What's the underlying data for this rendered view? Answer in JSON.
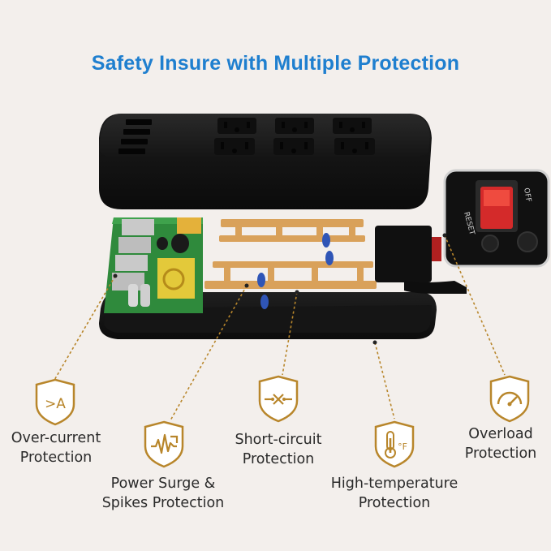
{
  "title": "Safety Insure with Multiple Protection",
  "switch_labels": {
    "reset": "RESET",
    "off": "OFF"
  },
  "colors": {
    "title": "#1f7fcf",
    "badge_stroke": "#b8862b",
    "pcb_green": "#2f8a3c",
    "copper": "#d9a15a",
    "leader_line": "#b8862b"
  },
  "features": [
    {
      "id": "over-current",
      "icon": "over-current-icon",
      "icon_text": ">A",
      "lines": [
        "Over-current",
        "Protection"
      ]
    },
    {
      "id": "power-surge",
      "icon": "surge-wave-icon",
      "lines": [
        "Power Surge &",
        "Spikes Protection"
      ]
    },
    {
      "id": "short-circuit",
      "icon": "short-circuit-icon",
      "lines": [
        "Short-circuit",
        "Protection"
      ]
    },
    {
      "id": "high-temperature",
      "icon": "thermometer-icon",
      "icon_text": "°F",
      "lines": [
        "High-temperature",
        "Protection"
      ]
    },
    {
      "id": "overload",
      "icon": "gauge-icon",
      "lines": [
        "Overload",
        "Protection"
      ]
    }
  ]
}
